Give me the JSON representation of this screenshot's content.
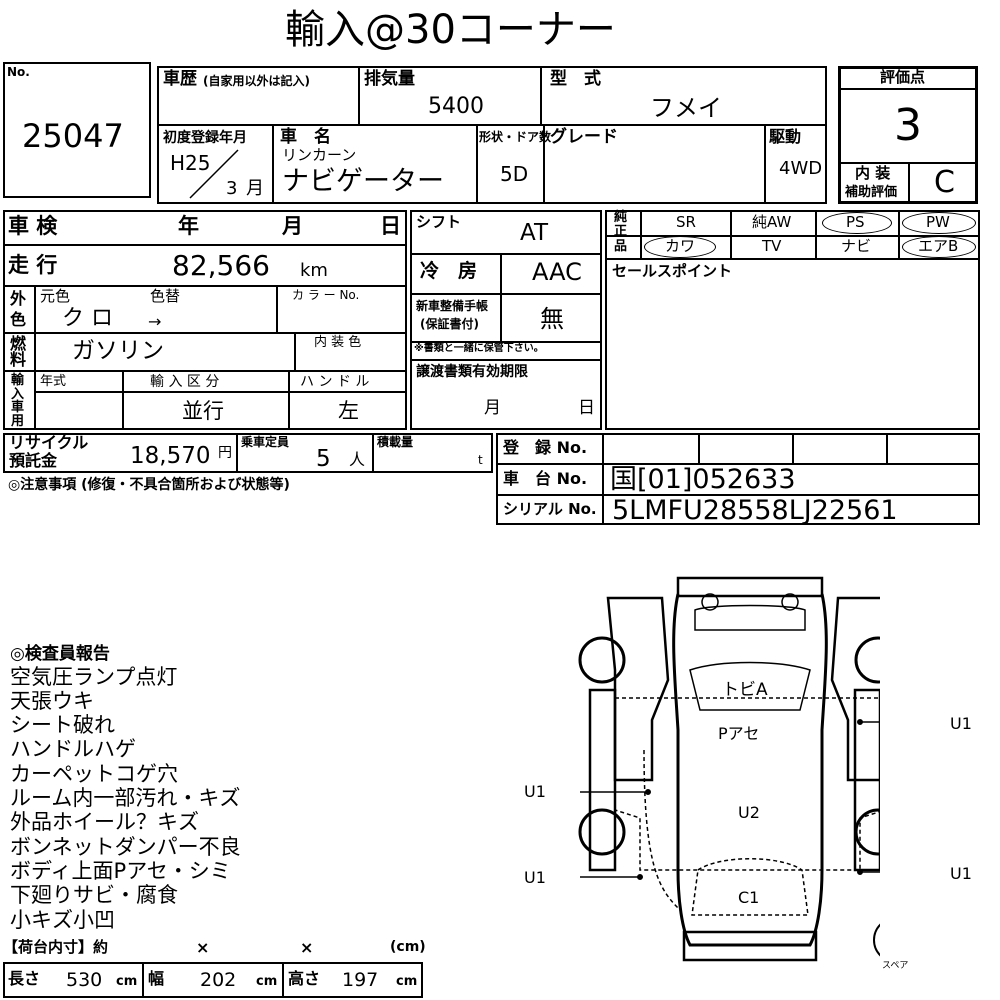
{
  "header": {
    "title": "輸入@30コーナー"
  },
  "top": {
    "no_label": "No.",
    "lot_number": "25047",
    "history_label": "車歴",
    "history_note": "(自家用以外は記入)",
    "displacement_label": "排気量",
    "displacement": "5400",
    "model_label": "型　式",
    "model": "フメイ",
    "first_reg_label": "初度登録年月",
    "era_year": "H25",
    "month": "3",
    "month_unit": "月",
    "car_name_label": "車　名",
    "maker": "リンカーン",
    "car_name": "ナビゲーター",
    "body_label": "形状・ドア数",
    "doors": "5D",
    "grade_label": "グレード",
    "drive_label": "駆動",
    "drive": "4WD"
  },
  "grade_box": {
    "score_label": "評価点",
    "score": "3",
    "interior_label_1": "内 装",
    "interior_label_2": "補助評価",
    "interior": "C"
  },
  "specs": {
    "inspection_label": "車 検",
    "year_label": "年",
    "month_label": "月",
    "day_label": "日",
    "mileage_label": "走 行",
    "mileage": "82,566",
    "mileage_unit": "km",
    "exterior_label_1": "外",
    "exterior_label_2": "色",
    "orig_color_label": "元色",
    "repaint_label": "色替",
    "color": "ク ロ",
    "repaint_arrow": "→",
    "color_no_label": "カ ラ ー No.",
    "fuel_label_1": "燃",
    "fuel_label_2": "料",
    "fuel": "ガソリン",
    "interior_color_label": "内 装 色",
    "import_label": "輸入車用",
    "model_year_label": "年式",
    "import_type_label": "輸 入 区 分",
    "import_type": "並行",
    "handle_label": "ハ ン ド ル",
    "handle": "左",
    "recycle_label_1": "リサイクル",
    "recycle_label_2": "預託金",
    "recycle_fee": "18,570",
    "recycle_unit": "円",
    "capacity_label": "乗車定員",
    "capacity": "5",
    "capacity_unit": "人",
    "load_label": "積載量",
    "load_unit": "t",
    "notes_label": "◎注意事項 (修復・不具合箇所および状態等)"
  },
  "middle": {
    "shift_label": "シフト",
    "shift": "AT",
    "ac_label": "冷　房",
    "ac": "AAC",
    "manual_label_1": "新車整備手帳",
    "manual_label_2": "(保証書付)",
    "manual": "無",
    "manual_note": "※書類と一緒に保管下さい。",
    "transfer_label": "譲渡書類有効期限",
    "transfer_month": "月",
    "transfer_day": "日"
  },
  "equipment": {
    "label": "純正品",
    "row1": [
      "SR",
      "純AW",
      "PS",
      "PW"
    ],
    "row2": [
      "カワ",
      "TV",
      "ナビ",
      "エアB"
    ]
  },
  "sales_point_label": "セールスポイント",
  "registration": {
    "reg_no_label": "登　録 No.",
    "chassis_label": "車　台 No.",
    "chassis": "国[01]052633",
    "serial_label": "シリアル No.",
    "serial": "5LMFU28558LJ22561"
  },
  "report": {
    "title": "◎検査員報告",
    "lines": [
      "空気圧ランプ点灯",
      "天張ウキ",
      "シート破れ",
      "ハンドルハゲ",
      "カーペットコゲ穴",
      "ルーム内一部汚れ・キズ",
      "外品ホイール？キズ",
      "ボンネットダンパー不良",
      "ボディ上面Pアセ・シミ",
      "下廻りサビ・腐食",
      "小キズ小凹"
    ]
  },
  "cargo": {
    "title": "【荷台内寸】約",
    "x1": "×",
    "x2": "×",
    "unit_cm": "(cm)",
    "length_label": "長さ",
    "length": "530",
    "width_label": "幅",
    "width": "202",
    "height_label": "高さ",
    "height": "197",
    "cm": "cm"
  },
  "diagram": {
    "roof_mark": "トビA",
    "hood_mark": "Pアセ",
    "center_mark": "U2",
    "rear_mark": "C1",
    "side_mark": "U1",
    "spare_label": "スペア"
  }
}
